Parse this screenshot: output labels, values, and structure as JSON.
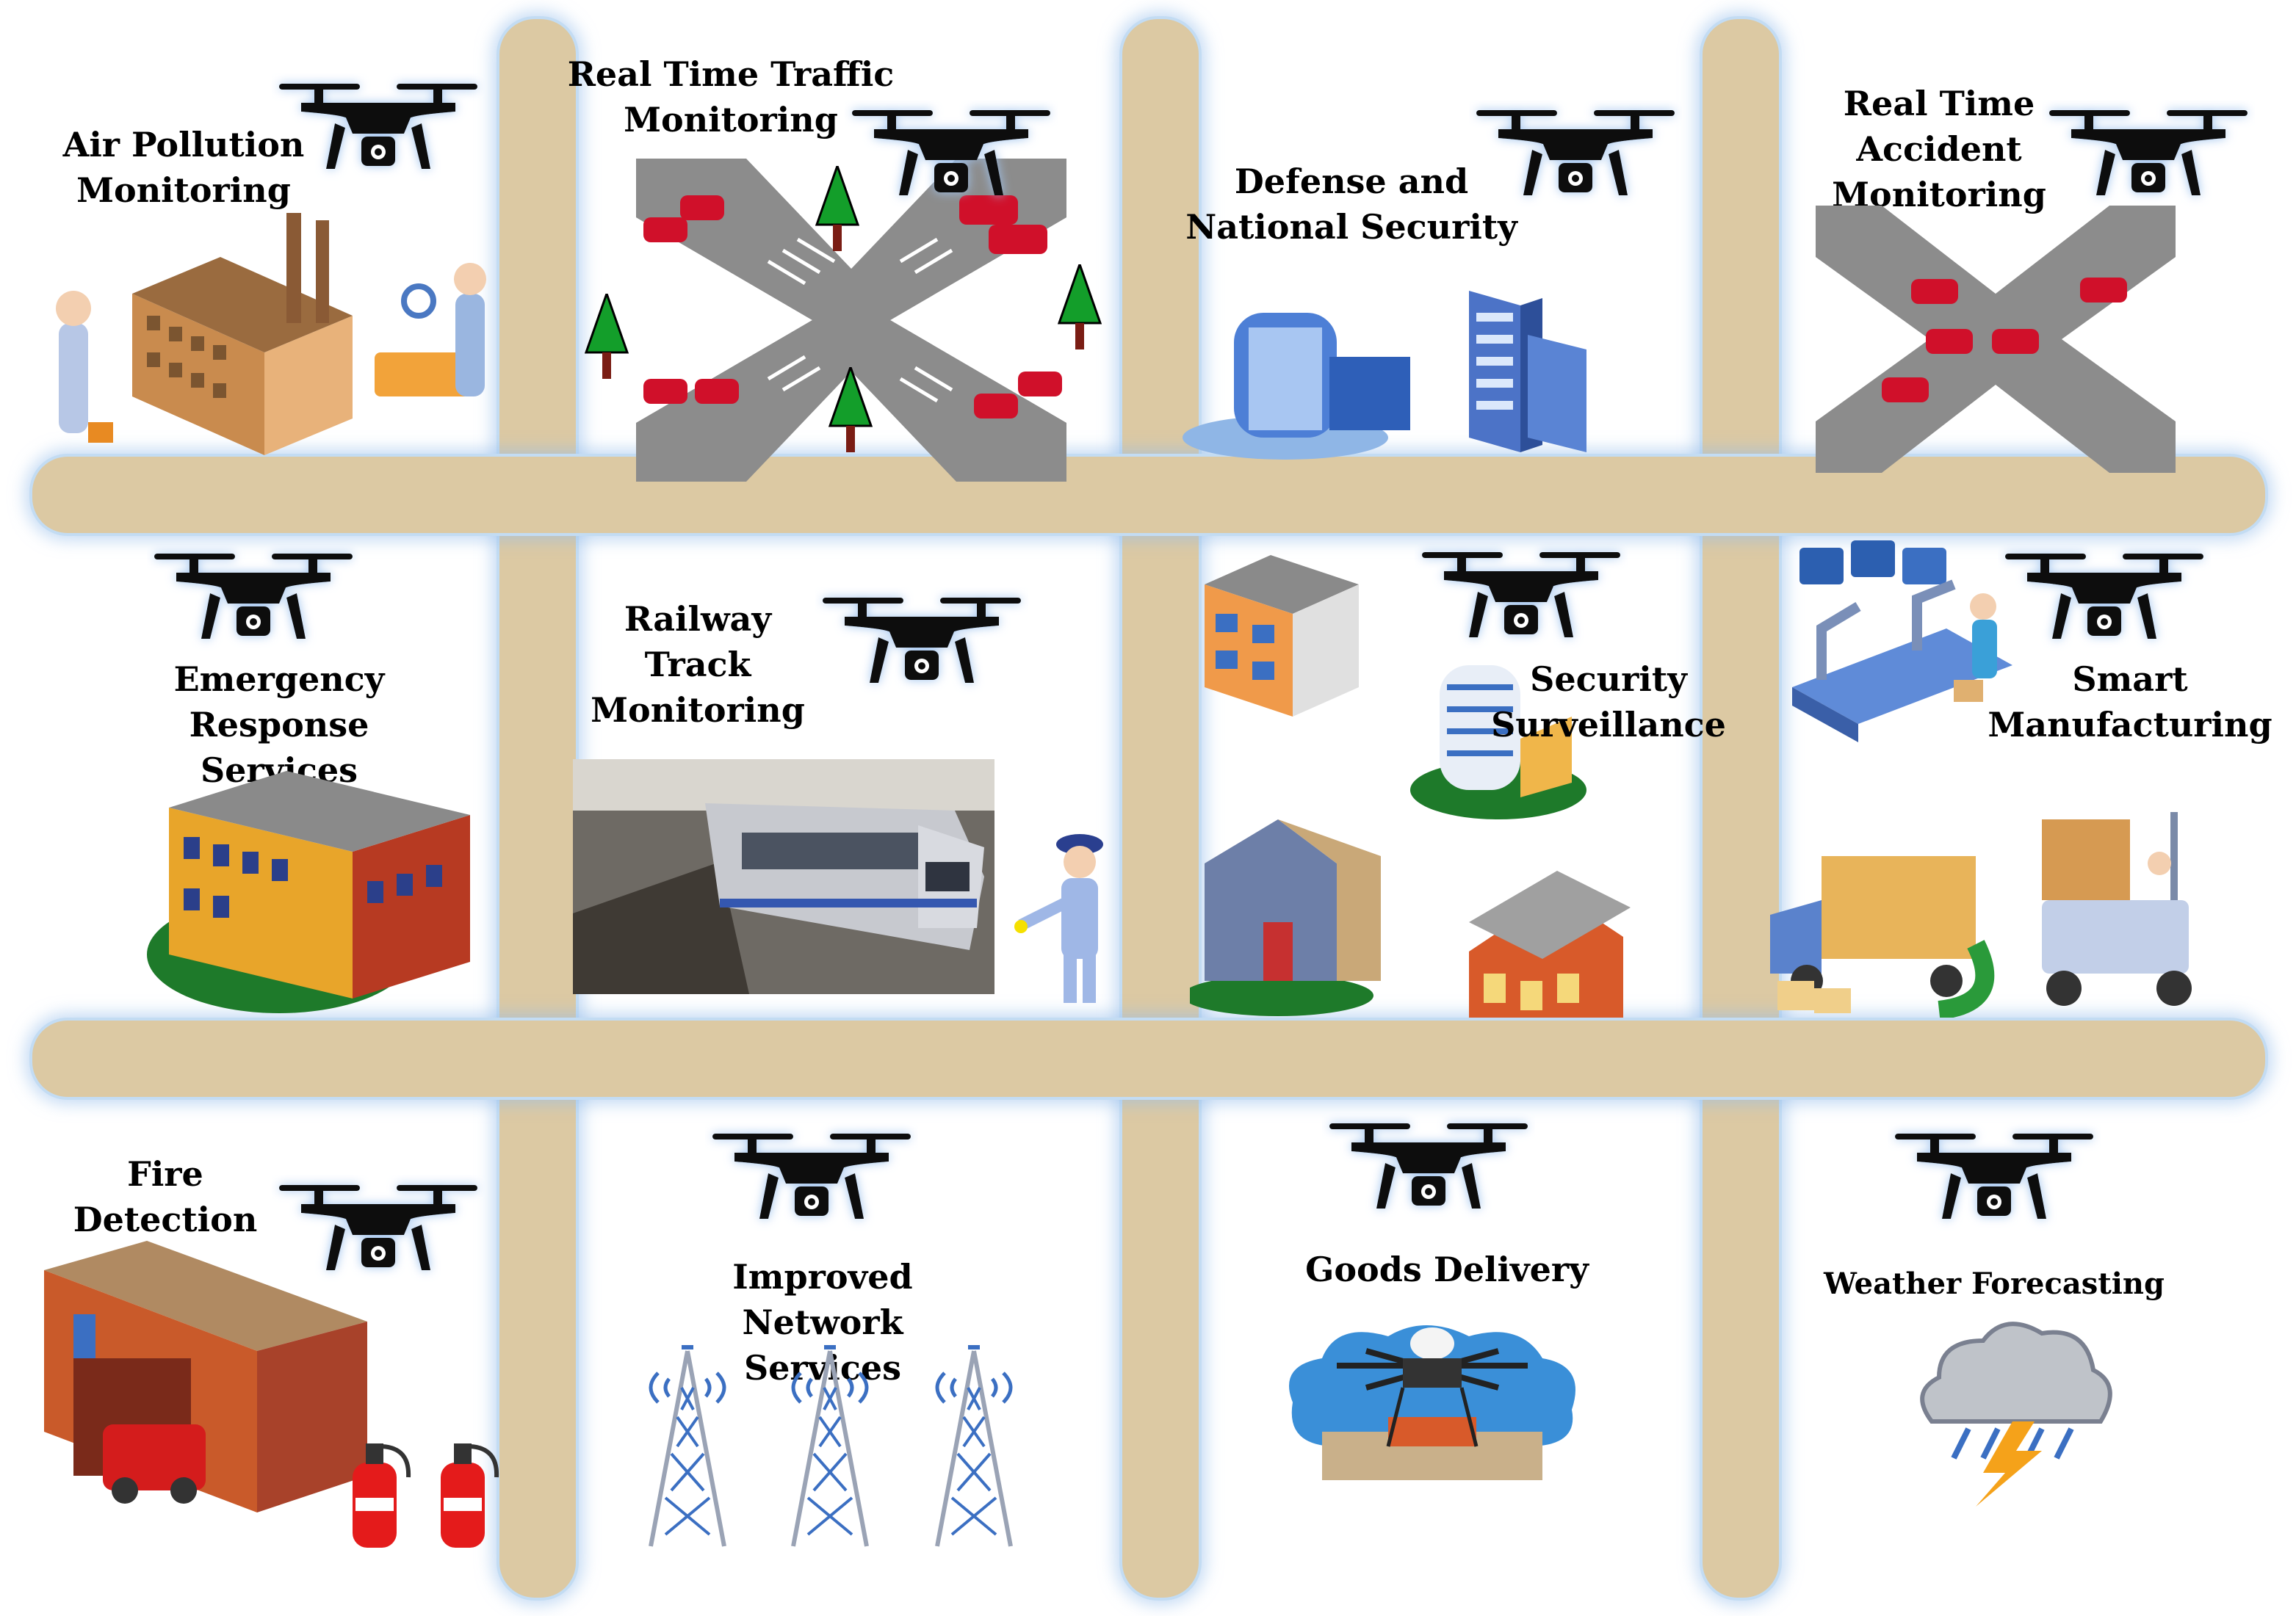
{
  "labels": {
    "air_pollution": "Air Pollution\nMonitoring",
    "traffic": "Real Time Traffic\nMonitoring",
    "defense": "Defense and\nNational Security",
    "accident": "Real Time\nAccident\nMonitoring",
    "emergency": "Emergency\nResponse Services",
    "railway": "Railway\nTrack\nMonitoring",
    "security": "Security\nSurveillance",
    "manufacturing": "Smart\nManufacturing",
    "fire": "Fire\nDetection",
    "network": "Improved Network\nServices",
    "goods": "Goods Delivery",
    "weather": "Weather Forecasting"
  },
  "icons": {
    "drone": "drone-icon",
    "factory": "factory-icon",
    "intersection": "road-intersection-icon",
    "buildings": "office-buildings-icon",
    "crossroad": "crossroad-accident-icon",
    "school": "emergency-building-icon",
    "train": "metro-train-photo",
    "houses": "residential-buildings-icon",
    "robot_line": "robotic-assembly-icon",
    "delivery": "logistics-forklift-icon",
    "fire_station": "fire-station-icon",
    "towers": "cell-tower-icon",
    "cargo_drone": "cargo-drone-photo",
    "storm": "storm-cloud-icon"
  },
  "colors": {
    "road": "#dcc9a3",
    "road_glow": "#9fc3ee",
    "drone": "#111111",
    "asphalt": "#8c8c8c",
    "car": "#d0102a"
  }
}
